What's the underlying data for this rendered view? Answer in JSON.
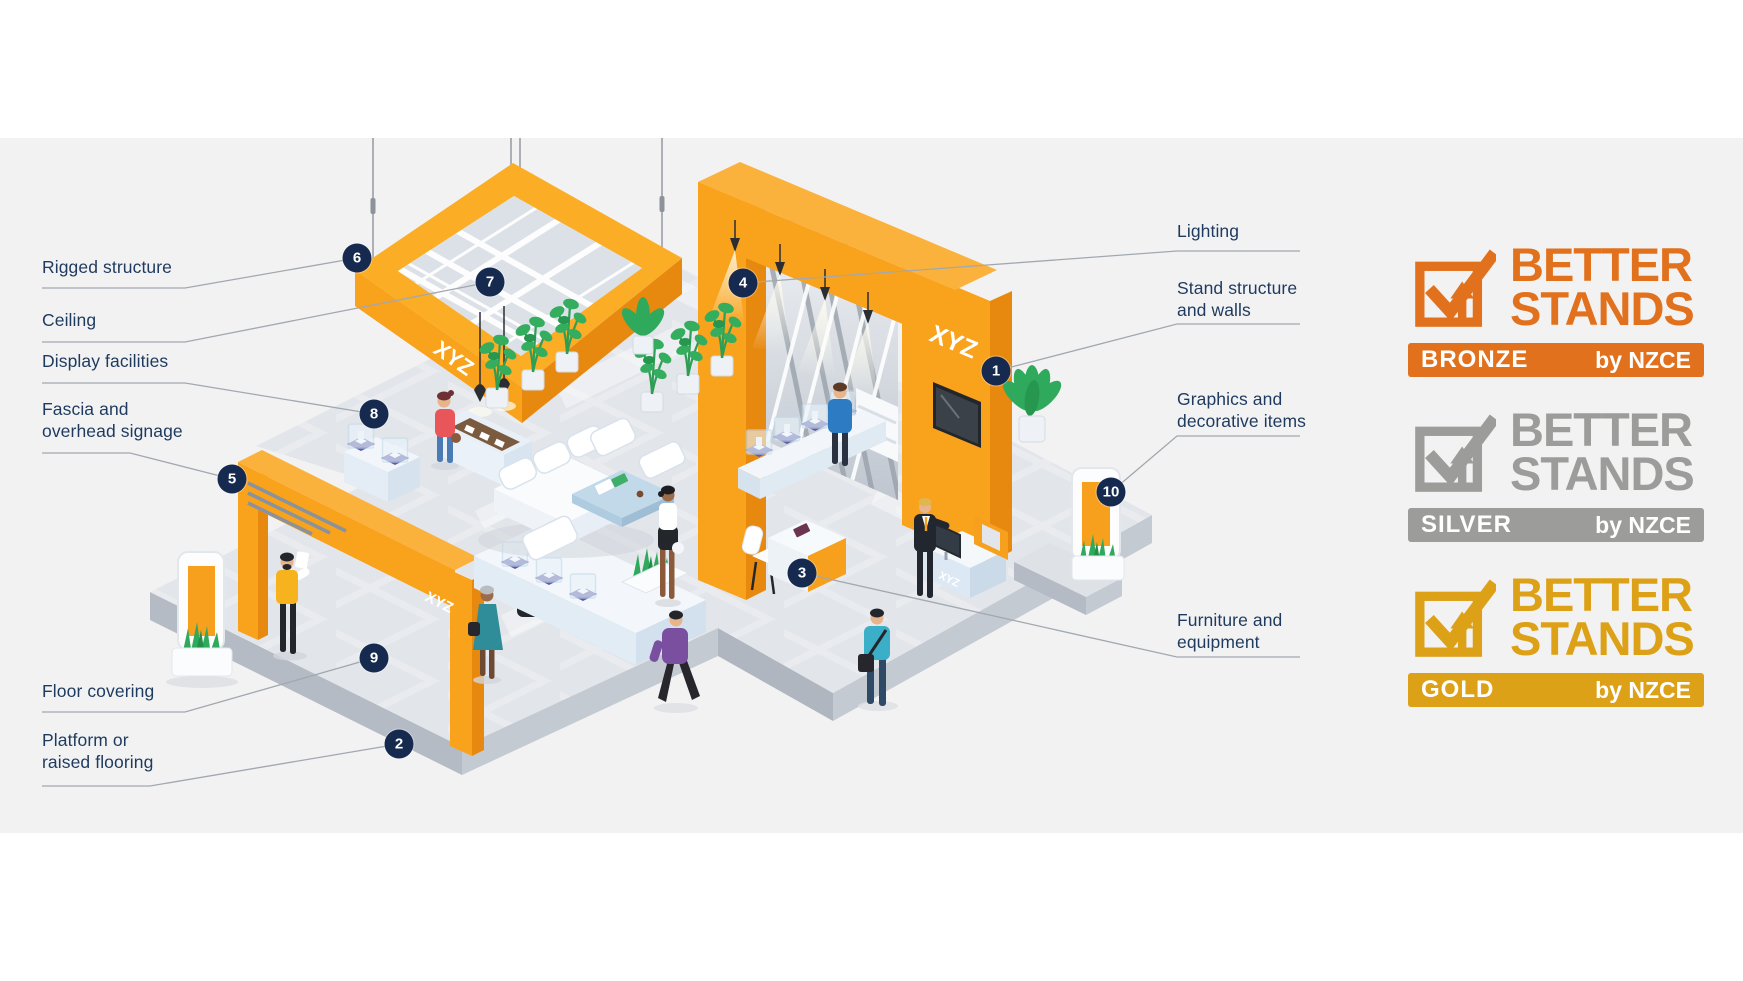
{
  "brand": "XYZ",
  "palette": {
    "accent_orange": "#f6a01e",
    "badge_navy": "#152a4e",
    "label_navy": "#1e3a5e",
    "bronze": "#e2711d",
    "silver": "#9c9c9b",
    "gold": "#dda118"
  },
  "callouts": [
    {
      "number": "1",
      "label": "Stand structure\nand walls"
    },
    {
      "number": "2",
      "label": "Platform or\nraised flooring"
    },
    {
      "number": "3",
      "label": "Furniture and\nequipment"
    },
    {
      "number": "4",
      "label": "Lighting"
    },
    {
      "number": "5",
      "label": "Fascia and\noverhead signage"
    },
    {
      "number": "6",
      "label": "Rigged structure"
    },
    {
      "number": "7",
      "label": "Ceiling"
    },
    {
      "number": "8",
      "label": "Display facilities"
    },
    {
      "number": "9",
      "label": "Floor covering"
    },
    {
      "number": "10",
      "label": "Graphics and\ndecorative items"
    }
  ],
  "cert_title": {
    "line1": "BETTER",
    "line2": "STANDS"
  },
  "certifications": [
    {
      "level": "BRONZE",
      "byline": "by NZCE",
      "color": "#e2711d"
    },
    {
      "level": "SILVER",
      "byline": "by NZCE",
      "color": "#9c9c9b"
    },
    {
      "level": "GOLD",
      "byline": "by NZCE",
      "color": "#dda118"
    }
  ]
}
